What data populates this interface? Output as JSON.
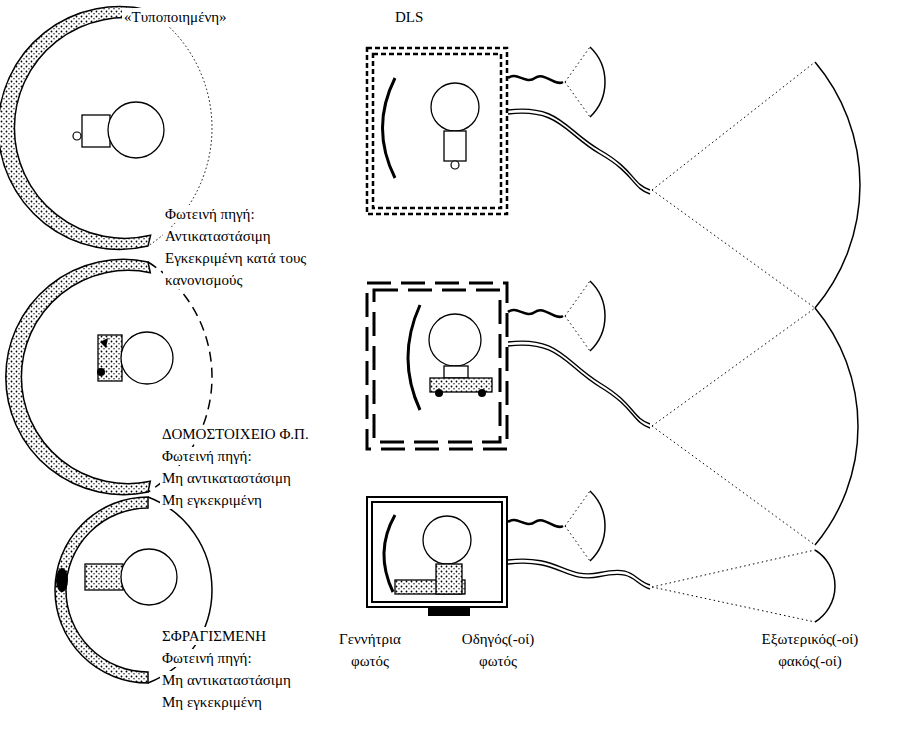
{
  "diagram": {
    "labels": [
      "«Τυποποιημένη»",
      "DLS",
      "Φωτεινή πηγή:",
      "Αντικαταστάσιμη",
      "Εγκεκριμένη κατά τους",
      "κανονισμούς",
      "ΔΟΜΟΣΤΟΙΧΕΙΟ Φ.Π.",
      "Φωτεινή πηγή:",
      "Μη αντικαταστάσιμη",
      "Μη εγκεκριμένη",
      "ΣΦΡΑΓΙΣΜΕΝΗ",
      "Φωτεινή πηγή:",
      "Μη αντικαταστάσιμη",
      "Μη εγκεκριμένη",
      "Γεννήτρια",
      "φωτός",
      "Οδηγός(-οί)",
      "φωτός",
      "Εξωτερικός(-οί)",
      "φακός(-οί)"
    ]
  }
}
